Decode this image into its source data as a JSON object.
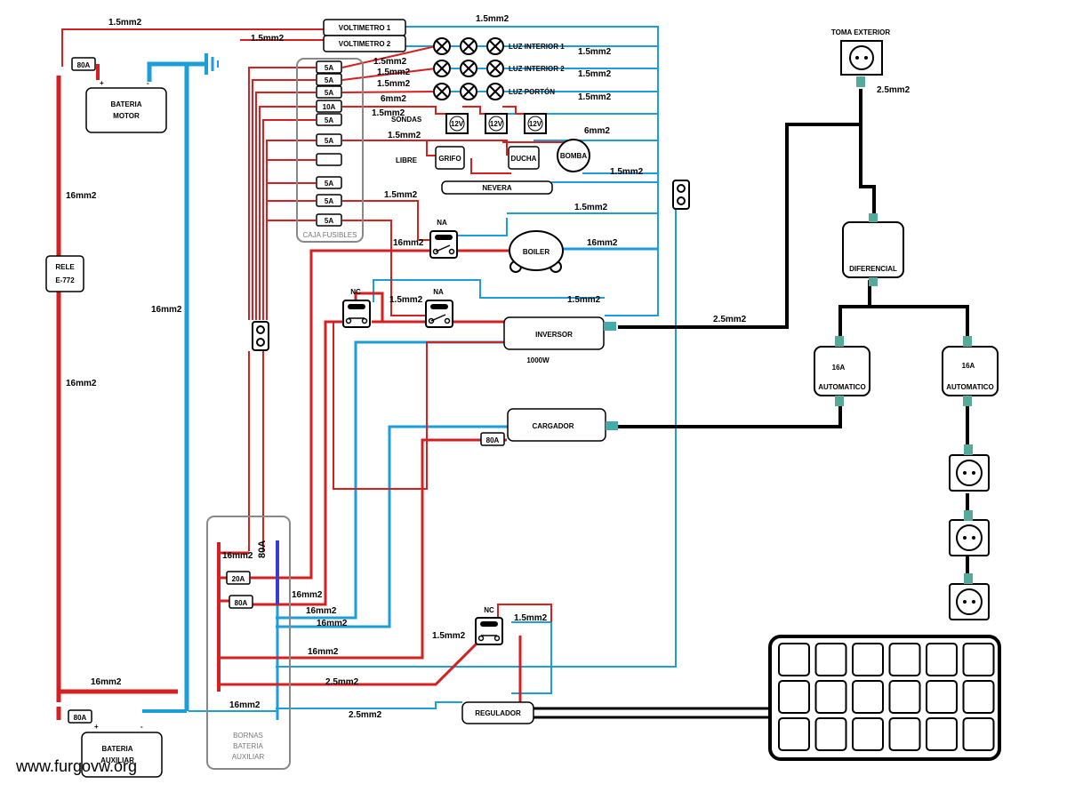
{
  "labels": {
    "voltimetro1": "VOLTIMETRO 1",
    "voltimetro2": "VOLTIMETRO 2",
    "luz_interior1": "LUZ INTERIOR 1",
    "luz_interior2": "LUZ INTERIOR 2",
    "luz_porton": "LUZ PORTÓN",
    "sondas": "SONDAS",
    "libre": "LIBRE",
    "grifo": "GRIFO",
    "ducha": "DUCHA",
    "bomba": "BOMBA",
    "nevera": "NEVERA",
    "boiler": "BOILER",
    "inversor": "INVERSOR",
    "inversor_power": "1000W",
    "cargador": "CARGADOR",
    "regulador": "REGULADOR",
    "bateria_motor_1": "BATERIA",
    "bateria_motor_2": "MOTOR",
    "bateria_aux_1": "BATERIA",
    "bateria_aux_2": "AUXILIAR",
    "rele_1": "RELE",
    "rele_2": "E-772",
    "caja_fusibles": "CAJA FUSIBLES",
    "bornas_1": "BORNAS",
    "bornas_2": "BATERIA",
    "bornas_3": "AUXILIAR",
    "toma_exterior": "TOMA EXTERIOR",
    "diferencial": "DIFERENCIAL",
    "auto_16a": "16A",
    "automatico": "AUTOMATICO",
    "na": "NA",
    "nc": "NC",
    "v12": "12V",
    "plus": "+",
    "minus": "-",
    "watermark": "www.furgovw.org"
  },
  "fuses": {
    "f80a": "80A",
    "f80a_vertical": "80A",
    "f20a": "20A",
    "box_fuses": [
      "5A",
      "5A",
      "5A",
      "10A",
      "5A",
      "5A",
      "",
      "5A",
      "5A",
      "5A"
    ]
  },
  "wires": {
    "w15": "1.5mm2",
    "w16": "16mm2",
    "w6": "6mm2",
    "w25": "2.5mm2"
  },
  "colors": {
    "positive": "#d42020",
    "negative": "#1e9ed8",
    "ac": "#000000",
    "ground_bar": "#3b3bd0"
  }
}
